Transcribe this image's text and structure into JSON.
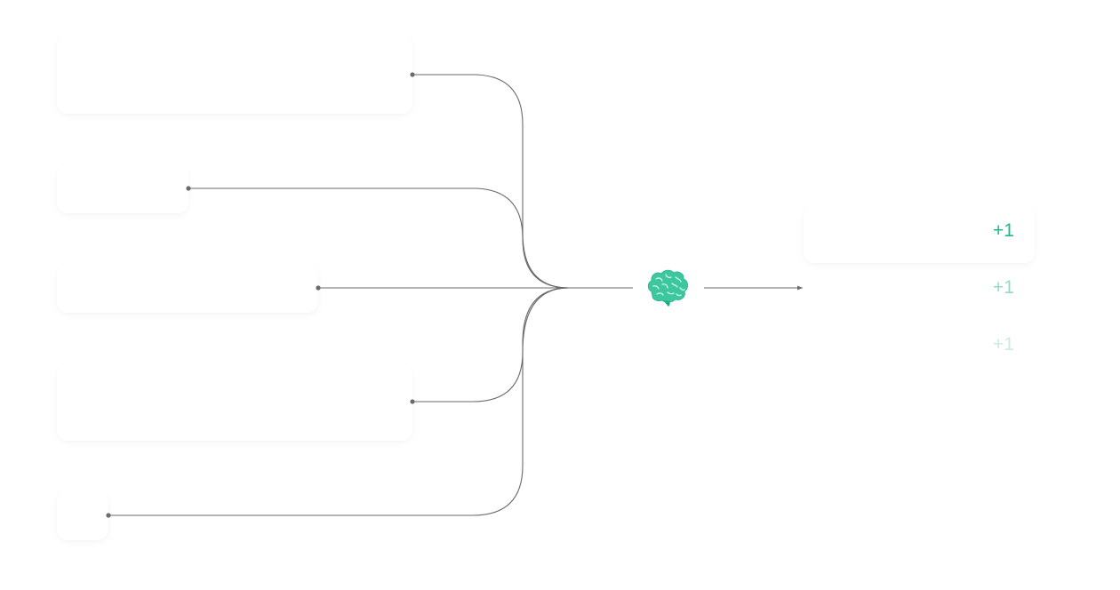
{
  "colors": {
    "connector": "#6a6a6a",
    "accent": "#1aba8d",
    "accent_mid": "#8fdcc4",
    "accent_light": "#c9eee1",
    "card_bg": "#ffffff"
  },
  "center_icon": "brain-icon",
  "outputs": [
    {
      "text": "+1",
      "color": "#1aba8d"
    },
    {
      "text": "+1",
      "color": "#8fdcc4"
    },
    {
      "text": "+1",
      "color": "#c9eee1"
    }
  ]
}
